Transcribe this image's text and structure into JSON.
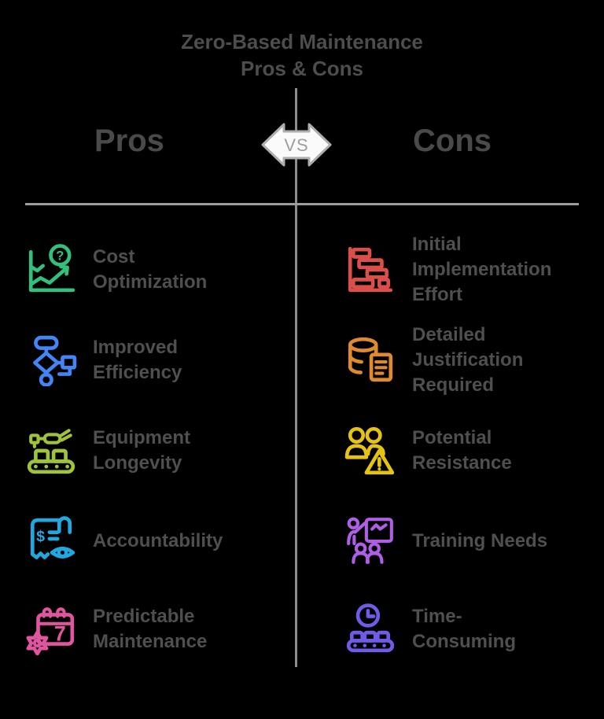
{
  "title": {
    "line1": "Zero-Based Maintenance",
    "line2": "Pros & Cons"
  },
  "vs_badge": {
    "label": "VS",
    "fill": "#FAFAFA",
    "border": "#ADADAD",
    "text_color": "#9E9E9E"
  },
  "colors": {
    "background": "#000000",
    "heading": "#4A4A4A",
    "label": "#4F4F4F",
    "vertical_divider": "#8C8C8C",
    "horizontal_divider": "#9C9C9C"
  },
  "pros": {
    "header": "Pros",
    "items": [
      {
        "label": "Cost\nOptimization",
        "icon": "growth-chart-question-icon",
        "color": "#33BF7C"
      },
      {
        "label": "Improved\nEfficiency",
        "icon": "flowchart-icon",
        "color": "#4285F4"
      },
      {
        "label": "Equipment\nLongevity",
        "icon": "conveyor-robot-arm-icon",
        "color": "#9FC43B"
      },
      {
        "label": "Accountability",
        "icon": "receipt-eye-icon",
        "color": "#1EA9E1"
      },
      {
        "label": "Predictable\nMaintenance",
        "icon": "calendar-gear-icon",
        "color": "#DF559E"
      }
    ]
  },
  "cons": {
    "header": "Cons",
    "items": [
      {
        "label": "Initial\nImplementation\nEffort",
        "icon": "gantt-chart-icon",
        "color": "#DB4F4A"
      },
      {
        "label": "Detailed\nJustification\nRequired",
        "icon": "database-document-icon",
        "color": "#E08A30"
      },
      {
        "label": "Potential\nResistance",
        "icon": "people-warning-icon",
        "color": "#E5C410"
      },
      {
        "label": "Training Needs",
        "icon": "trainer-presentation-icon",
        "color": "#AE5FE5"
      },
      {
        "label": "Time-\nConsuming",
        "icon": "clock-conveyor-icon",
        "color": "#6E5CE7"
      }
    ]
  }
}
